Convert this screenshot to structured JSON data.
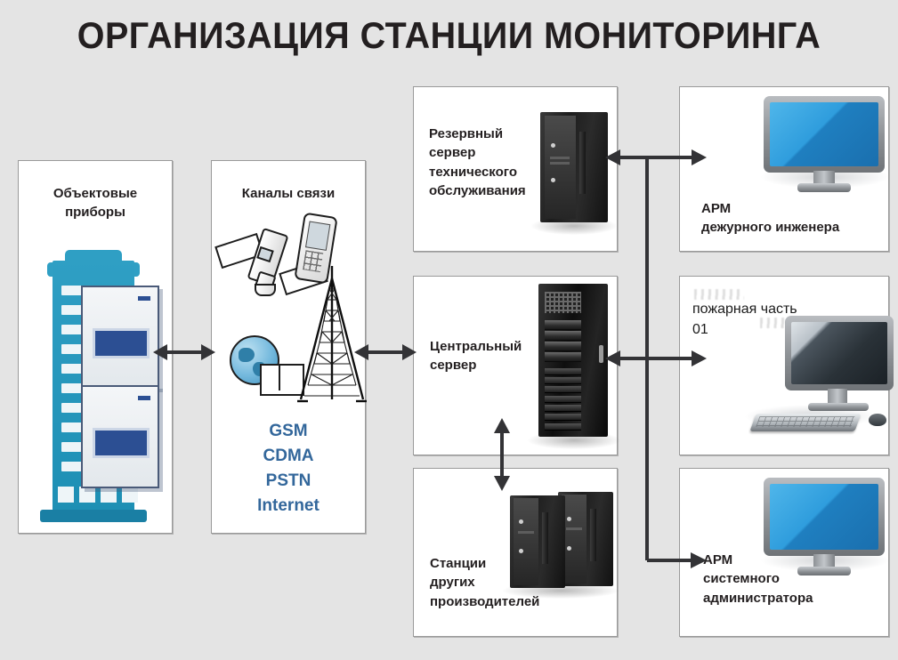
{
  "title": "ОРГАНИЗАЦИЯ СТАНЦИИ МОНИТОРИНГА",
  "colors": {
    "background": "#e4e4e4",
    "panel_fill": "#ffffff",
    "panel_border": "#9a9a9a",
    "text": "#231f20",
    "protocol_text": "#33679b",
    "arrow": "#333336",
    "device_teal": "#2f9fc4",
    "screen_blue": "#2f9ddd"
  },
  "panels": {
    "objects": {
      "label": "Объектовые\nприборы",
      "icon": "building-rack-devices-icon"
    },
    "channels": {
      "label": "Каналы связи",
      "icons": [
        "satellite-icon",
        "mobile-phone-icon",
        "globe-internet-icon",
        "radio-tower-icon"
      ],
      "protocols": [
        "GSM",
        "CDMA",
        "PSTN",
        "Internet"
      ]
    },
    "backup_server": {
      "label": "Резервный\nсервер\nтехнического\nобслуживания",
      "icon": "server-tower-icon"
    },
    "central_server": {
      "label": "Центральный\nсервер",
      "icon": "rack-server-icon"
    },
    "other_stations": {
      "label": "Станции\nдругих\nпроизводителей",
      "icon": "dual-server-tower-icon"
    },
    "engineer_workstation": {
      "label": "АРМ\nдежурного инженера",
      "icon": "monitor-blue-icon"
    },
    "fire_department": {
      "label": "пожарная часть\n01",
      "icon": "desktop-computer-icon"
    },
    "sysadmin_workstation": {
      "label": "АРМ\nсистемного\nадминистратора",
      "icon": "monitor-blue-icon"
    }
  },
  "connections": [
    {
      "name": "objects-to-channels",
      "type": "double-arrow",
      "orientation": "horizontal"
    },
    {
      "name": "channels-to-central-server",
      "type": "double-arrow",
      "orientation": "horizontal"
    },
    {
      "name": "central-server-to-other-stations",
      "type": "double-arrow",
      "orientation": "vertical"
    },
    {
      "name": "backup-server-to-engineer",
      "type": "double-arrow",
      "orientation": "horizontal"
    },
    {
      "name": "central-server-to-fire-department",
      "type": "double-arrow",
      "orientation": "horizontal"
    },
    {
      "name": "trunk-to-sysadmin",
      "type": "single-arrow",
      "orientation": "elbow"
    }
  ]
}
